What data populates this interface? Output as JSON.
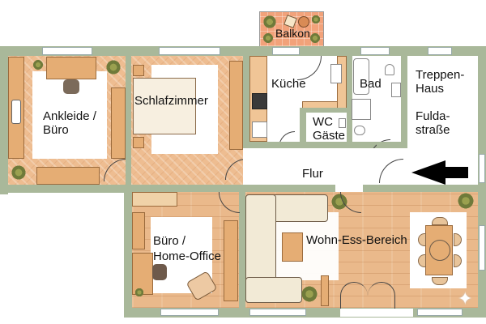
{
  "floorplan": {
    "colors": {
      "wall": "#a9b89a",
      "parquet": "#eebd91",
      "planks": "#eab98b",
      "balcony_tiles": "#f2a27a",
      "white_floor": "#ffffff",
      "text": "#111111",
      "arrow": "#000000"
    },
    "rooms": [
      {
        "id": "balkon",
        "label": "Balkon"
      },
      {
        "id": "ankleide",
        "label": "Ankleide /\nBüro"
      },
      {
        "id": "schlafzimmer",
        "label": "Schlafzimmer"
      },
      {
        "id": "kueche",
        "label": "Küche"
      },
      {
        "id": "wc",
        "label": "WC\nGäste"
      },
      {
        "id": "bad",
        "label": "Bad"
      },
      {
        "id": "treppenhaus",
        "label": "Treppen-\nHaus\n\nFulda-\nstraße"
      },
      {
        "id": "flur",
        "label": "Flur"
      },
      {
        "id": "buero",
        "label": "Büro /\nHome-Office"
      },
      {
        "id": "wohn",
        "label": "Wohn-Ess-Bereich"
      }
    ],
    "entrance_arrow": "arrow-left-icon"
  }
}
